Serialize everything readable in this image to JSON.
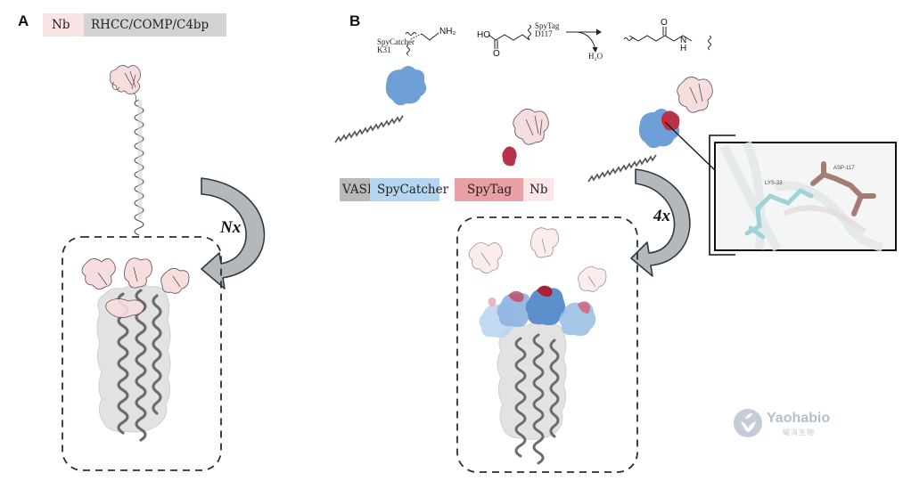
{
  "panel_a": {
    "letter": "A",
    "construct": {
      "nb_label": "Nb",
      "scaffold_label": "RHCC/COMP/C4bp"
    },
    "multiplier": "Nx"
  },
  "panel_b": {
    "letter": "B",
    "reaction": {
      "reactant1_name": "SpyCatcher",
      "reactant1_residue": "K31",
      "reactant1_group": "NH₂",
      "reactant2_group": "HO",
      "reactant2_carbonyl": "O",
      "reactant2_name": "SpyTag",
      "reactant2_residue": "D117",
      "byproduct": "H₂O",
      "product_carbonyl": "O",
      "product_amide_n": "N",
      "product_amide_h": "H"
    },
    "legend": {
      "vasp_label": "VASP",
      "spycatcher_label": "SpyCatcher",
      "spytag_label": "SpyTag",
      "nb_label": "Nb"
    },
    "inset": {
      "lys_label": "LYS-33",
      "asp_label": "ASP-117"
    },
    "multiplier": "4x"
  },
  "watermark": {
    "brand": "Yaohabio",
    "brand_cn": "耀海生物"
  },
  "colors": {
    "nb_pink": "#f9e4e4",
    "scaffold_gray": "#d1d3d5",
    "vasp_gray": "#b9b9b9",
    "spycatcher_blue": "#b3d5ef",
    "spytag_red": "#e8a0a4",
    "spycatcher_surface": "#6e9fd6",
    "spytag_surface": "#b8324a",
    "lys_cyan": "#a8dcdc",
    "asp_brown": "#a57c73",
    "arrow_gray": "#b5b8ba"
  }
}
